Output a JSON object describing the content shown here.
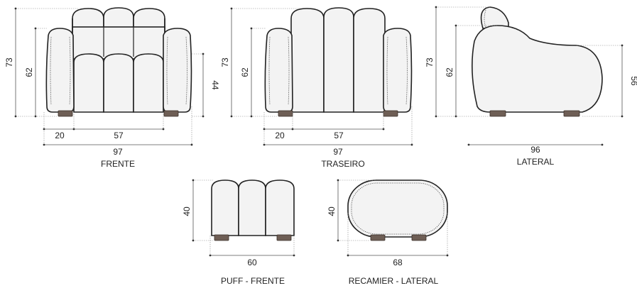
{
  "views": {
    "front": {
      "caption": "FRENTE",
      "dims": {
        "total_height": "73",
        "arm_height": "62",
        "seat_height": "44",
        "arm_width": "20",
        "seat_width": "57",
        "total_width": "97"
      }
    },
    "back": {
      "caption": "TRASEIRO",
      "dims": {
        "total_height": "73",
        "arm_height": "62",
        "arm_width": "20",
        "seat_width": "57",
        "total_width": "97"
      }
    },
    "side": {
      "caption": "LATERAL",
      "dims": {
        "total_height": "73",
        "arm_height": "62",
        "seat_height": "56",
        "depth": "96"
      }
    },
    "puff": {
      "caption": "PUFF - FRENTE",
      "dims": {
        "height": "40",
        "width": "60"
      }
    },
    "recamier": {
      "caption": "RECAMIER - LATERAL",
      "dims": {
        "height": "40",
        "width": "68"
      }
    }
  },
  "colors": {
    "upholstery": "#f3f3f3",
    "outline": "#222222",
    "feet": "#6e5e55"
  }
}
